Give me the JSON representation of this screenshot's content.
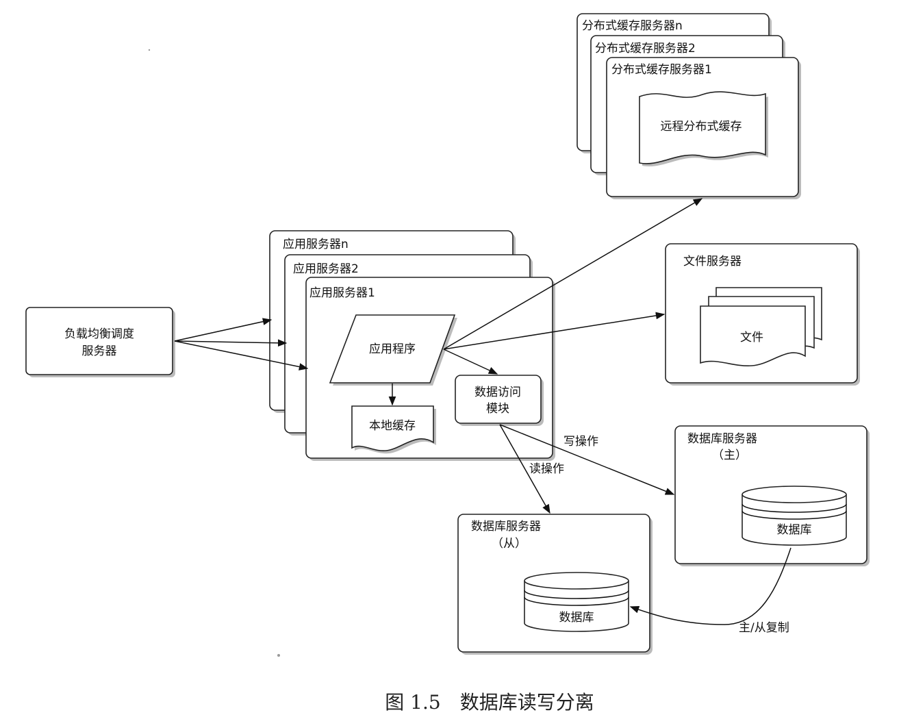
{
  "load_balancer": {
    "line1": "负载均衡调度",
    "line2": "服务器"
  },
  "app_servers": {
    "n": "应用服务器n",
    "s2": "应用服务器2",
    "s1": "应用服务器1"
  },
  "application": "应用程序",
  "local_cache": "本地缓存",
  "data_access": {
    "line1": "数据访问",
    "line2": "模块"
  },
  "cache_servers": {
    "n": "分布式缓存服务器n",
    "s2": "分布式缓存服务器2",
    "s1": "分布式缓存服务器1"
  },
  "remote_cache": "远程分布式缓存",
  "file_server": {
    "title": "文件服务器",
    "file": "文件"
  },
  "db_master": {
    "title": "数据库服务器",
    "role": "（主）",
    "db": "数据库"
  },
  "db_slave": {
    "title": "数据库服务器",
    "role": "（从）",
    "db": "数据库"
  },
  "edges": {
    "write": "写操作",
    "read": "读操作",
    "replication": "主/从复制"
  },
  "caption": "图 1.5　数据库读写分离"
}
